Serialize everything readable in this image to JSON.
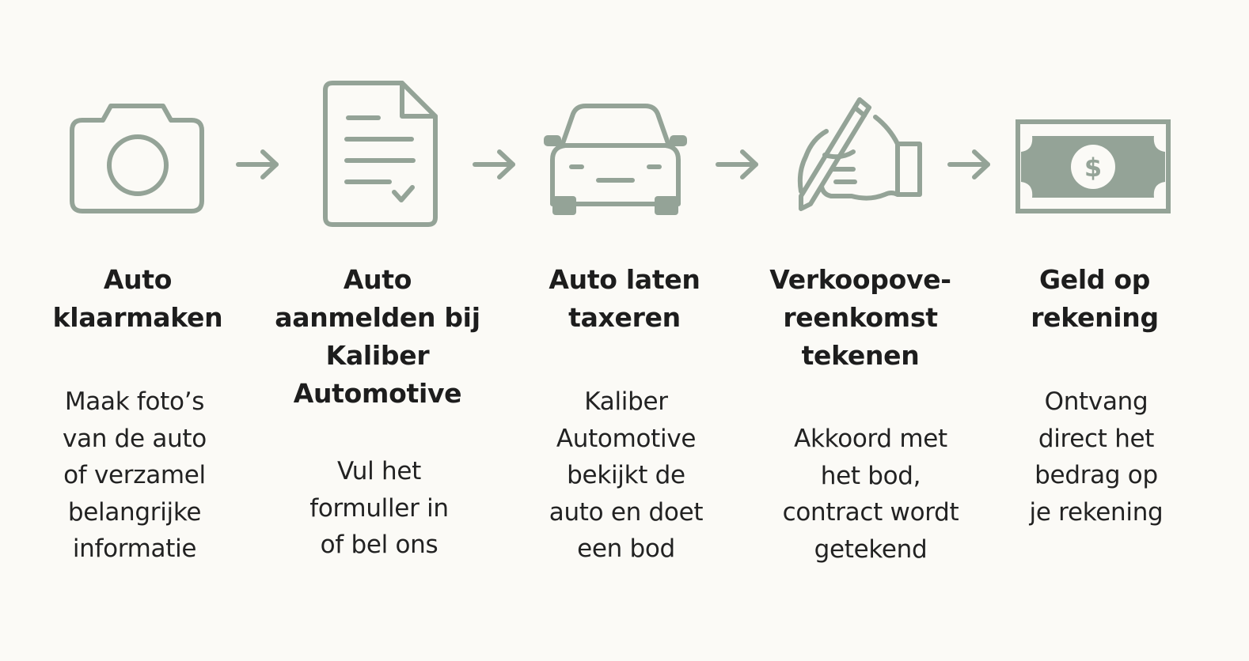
{
  "colors": {
    "background": "#fbfaf6",
    "icon": "#94a397",
    "text": "#1d1d1d"
  },
  "steps": [
    {
      "icon": "camera-icon",
      "title_lines": [
        "Auto",
        "klaarmaken"
      ],
      "desc_lines": [
        "Maak foto’s",
        "van de auto",
        "of verzamel",
        "belangrijke",
        "informatie"
      ]
    },
    {
      "icon": "document-check-icon",
      "title_lines": [
        "Auto",
        "aanmelden bij",
        "Kaliber",
        "Automotive"
      ],
      "desc_lines": [
        "Vul het",
        "formuller in",
        "of bel ons"
      ]
    },
    {
      "icon": "car-icon",
      "title_lines": [
        "Auto laten",
        "taxeren"
      ],
      "desc_lines": [
        "Kaliber",
        "Automotive",
        "bekijkt de",
        "auto en doet",
        "een bod"
      ]
    },
    {
      "icon": "signing-hand-icon",
      "title_lines": [
        "Verkoopove-",
        "reenkomst",
        "tekenen"
      ],
      "desc_lines": [
        "Akkoord met",
        "het bod,",
        "contract wordt",
        "getekend"
      ]
    },
    {
      "icon": "banknote-dollar-icon",
      "title_lines": [
        "Geld op",
        "rekening"
      ],
      "desc_lines": [
        "Ontvang",
        "direct het",
        "bedrag op",
        "je rekening"
      ]
    }
  ],
  "connectors": [
    "arrow-right-icon",
    "arrow-right-icon",
    "arrow-right-icon",
    "arrow-right-icon"
  ]
}
